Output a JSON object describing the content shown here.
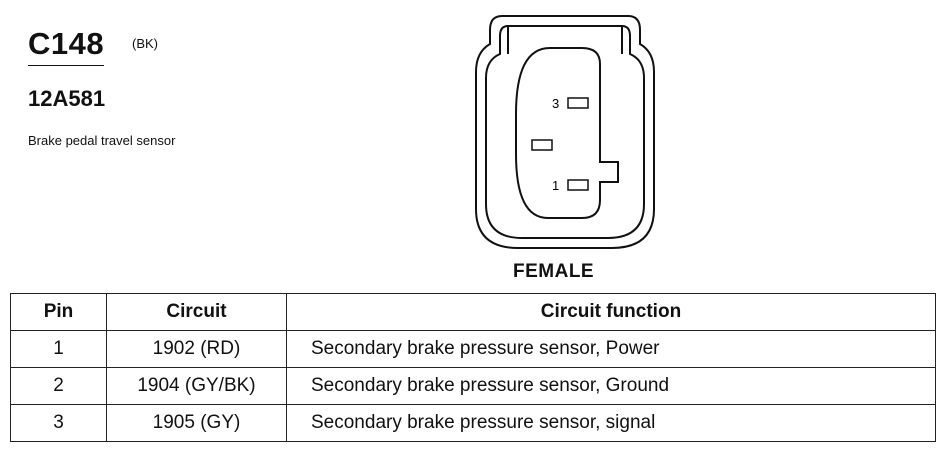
{
  "connector": {
    "id": "C148",
    "color_code": "(BK)",
    "part_number": "12A581",
    "description": "Brake pedal travel sensor",
    "view": "FEMALE"
  },
  "drawing": {
    "pin_labels": [
      "3",
      "1"
    ]
  },
  "table": {
    "headers": [
      "Pin",
      "Circuit",
      "Circuit function"
    ],
    "rows": [
      {
        "pin": "1",
        "circuit": "1902 (RD)",
        "function": "Secondary brake pressure sensor, Power"
      },
      {
        "pin": "2",
        "circuit": "1904 (GY/BK)",
        "function": "Secondary brake pressure sensor, Ground"
      },
      {
        "pin": "3",
        "circuit": "1905 (GY)",
        "function": "Secondary brake pressure sensor, signal"
      }
    ]
  }
}
